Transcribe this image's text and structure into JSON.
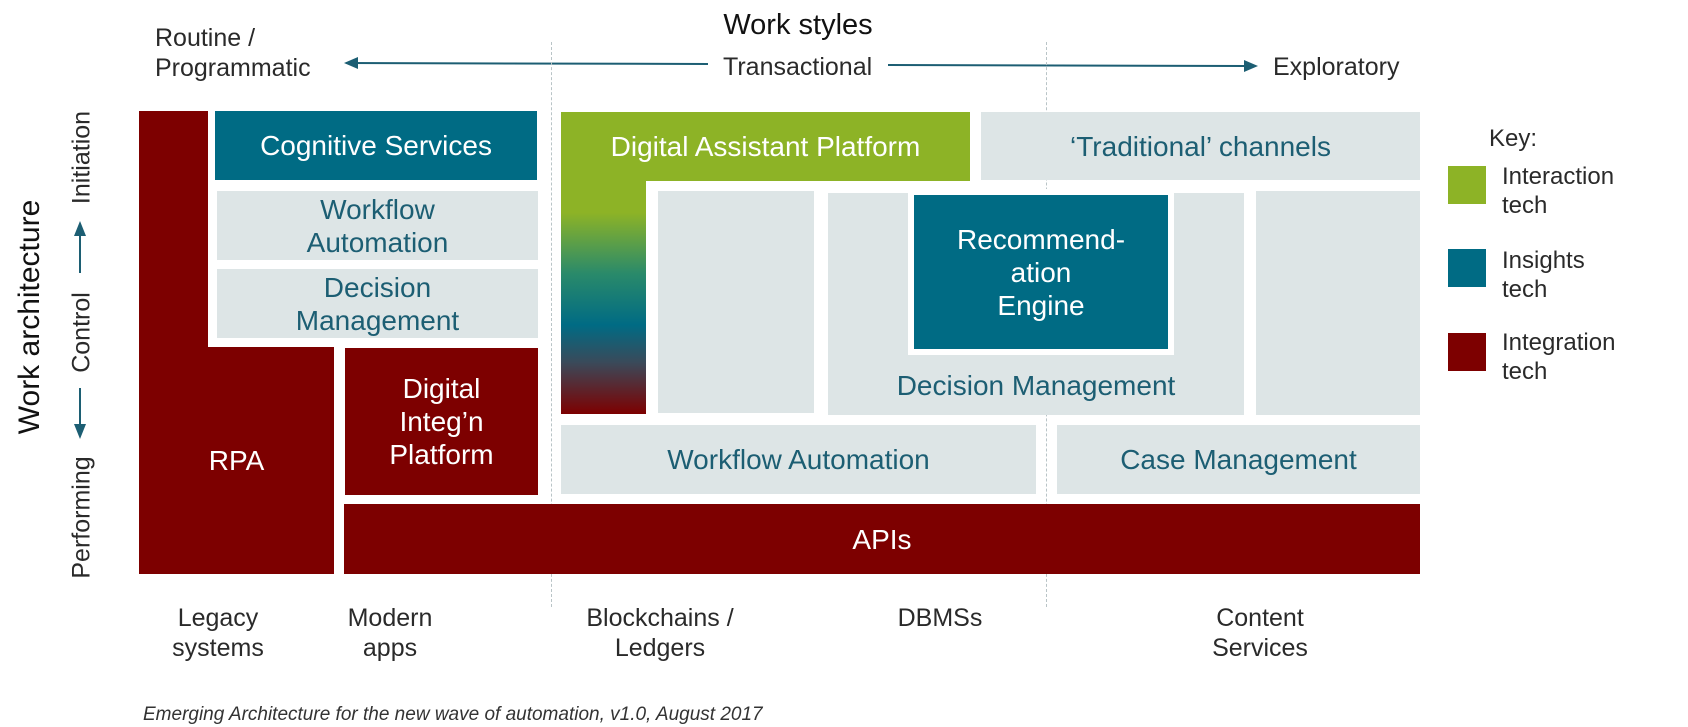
{
  "header": {
    "title": "Work styles",
    "left_label": "Routine /\nProgrammatic",
    "center_label": "Transactional",
    "right_label": "Exploratory"
  },
  "side_axis": {
    "title": "Work architecture",
    "top_label": "Initiation",
    "middle_label": "Control",
    "bottom_label": "Performing"
  },
  "blocks": {
    "rpa": "RPA",
    "cognitive_services": "Cognitive Services",
    "workflow_automation_left": "Workflow\nAutomation",
    "decision_management_left": "Decision\nManagement",
    "digital_integ_platform": "Digital\nInteg’n\nPlatform",
    "digital_assistant_platform": "Digital Assistant Platform",
    "traditional_channels": "‘Traditional’ channels",
    "recommendation_engine": "Recommend-\nation\nEngine",
    "decision_management_center": "Decision Management",
    "workflow_automation_center": "Workflow Automation",
    "case_management": "Case Management",
    "apis": "APIs"
  },
  "bottom_labels": {
    "legacy": "Legacy\nsystems",
    "modern": "Modern\napps",
    "blockchains": "Blockchains /\nLedgers",
    "dbms": "DBMSs",
    "content": "Content\nServices"
  },
  "legend": {
    "title": "Key:",
    "items": [
      {
        "label": "Interaction\ntech",
        "color": "#8db326"
      },
      {
        "label": "Insights\ntech",
        "color": "#006b84"
      },
      {
        "label": "Integration\ntech",
        "color": "#7d0000"
      }
    ]
  },
  "colors": {
    "integration": "#7d0000",
    "insights": "#006b84",
    "interaction": "#8db326",
    "neutral": "#dde5e6",
    "arrow": "#1c5e73"
  },
  "caption": "Emerging Architecture for the new wave of automation, v1.0, August 2017"
}
